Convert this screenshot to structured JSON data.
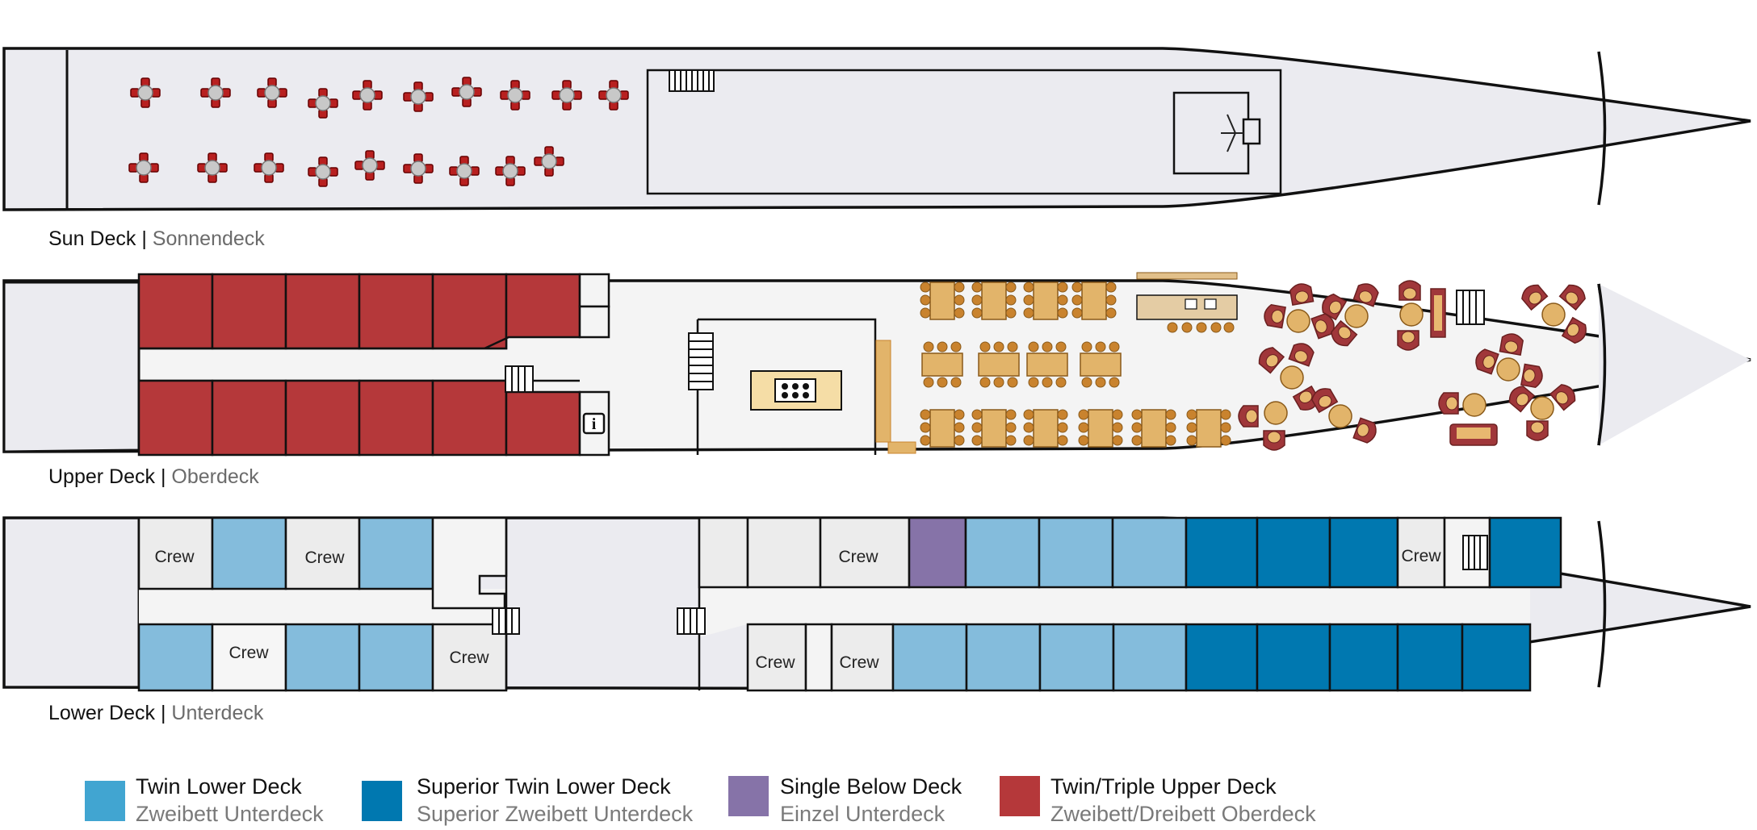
{
  "decks": {
    "sun": {
      "name_en": "Sun Deck",
      "separator": "|",
      "name_de": "Sonnendeck"
    },
    "upper": {
      "name_en": "Upper Deck",
      "separator": "|",
      "name_de": "Oberdeck"
    },
    "lower": {
      "name_en": "Lower Deck",
      "separator": "|",
      "name_de": "Unterdeck"
    }
  },
  "cabin_labels": {
    "crew": "Crew"
  },
  "info_symbol": "i",
  "legend": [
    {
      "en": "Twin Lower Deck",
      "de": "Zweibett Unterdeck",
      "color": "#41a5d1"
    },
    {
      "en": "Superior Twin Lower Deck",
      "de": "Superior Zweibett Unterdeck",
      "color": "#0078b0"
    },
    {
      "en": "Single Below Deck",
      "de": "Einzel Unterdeck",
      "color": "#8673a8"
    },
    {
      "en": "Twin/Triple Upper Deck",
      "de": "Zweibett/Dreibett Oberdeck",
      "color": "#b5383a"
    }
  ],
  "colors": {
    "hull_fill": "#ebebf0",
    "upper_floor": "#f4f4f4",
    "twin_lower": "#84bcdc",
    "superior_twin_lower": "#0078b0",
    "single_below": "#8673a8",
    "twin_triple_upper": "#b5383a",
    "crew": "#ececec",
    "table": "#e2b46a",
    "chair": "#c9832e",
    "sun_chair": "#b82020",
    "armchair": "#a0373a"
  },
  "icons": [
    "sunbed-icon",
    "stairs-icon",
    "info-icon",
    "table-icon",
    "armchair-icon",
    "whirlpool-icon"
  ]
}
